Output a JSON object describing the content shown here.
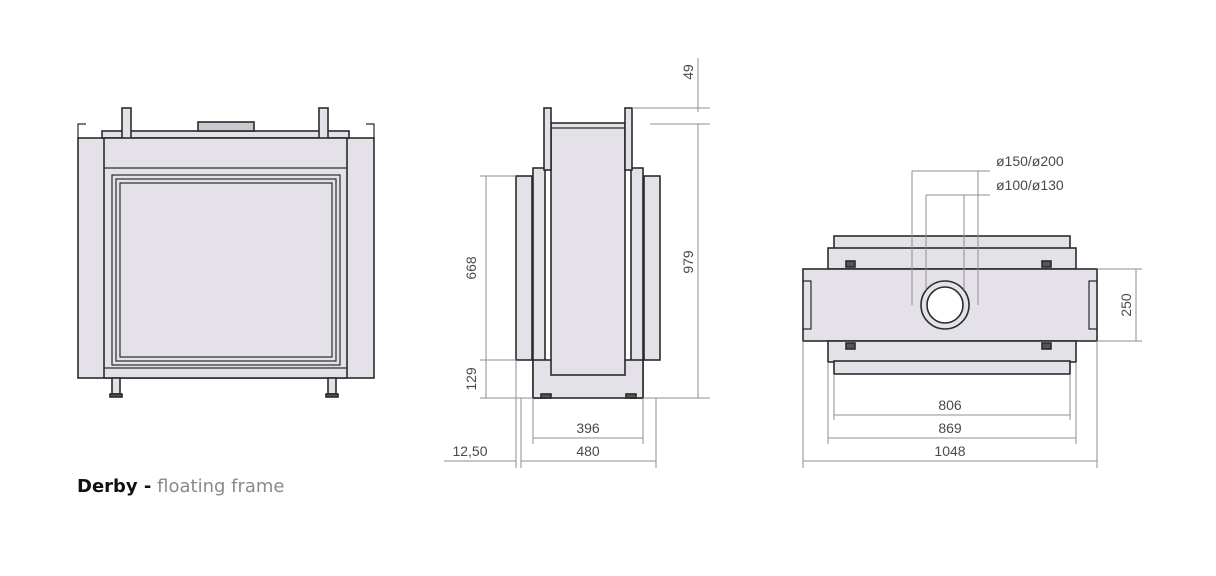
{
  "colors": {
    "panel_fill": "#e4e2e8",
    "outline": "#2b2b2b",
    "dimension_line": "#8f8f8f",
    "dimension_text": "#4a4a4a",
    "caption_model": "#111111",
    "caption_variant": "#8a8a8a",
    "flue_fill": "#c9c9d0"
  },
  "caption": {
    "model": "Derby -",
    "variant": "floating frame"
  },
  "dimensions": {
    "side_view": {
      "top_offset": "49",
      "total_height": "979",
      "glass_height": "668",
      "base_height": "129",
      "inner_width": "396",
      "outer_width": "480",
      "frame_offset": "12,50"
    },
    "top_view": {
      "flue_outer": "ø150/ø200",
      "flue_inner": "ø100/ø130",
      "depth": "250",
      "width_inner": "806",
      "width_middle": "869",
      "width_total": "1048"
    }
  }
}
